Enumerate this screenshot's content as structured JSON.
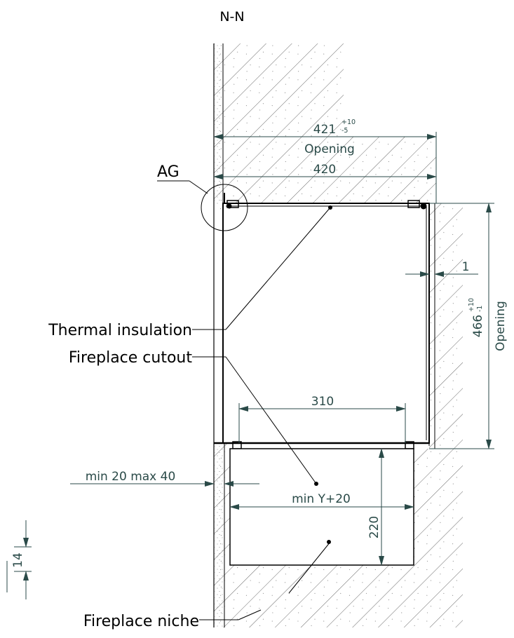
{
  "title": "N-N",
  "dimensions": {
    "top_opening_value": "421",
    "top_opening_tol_plus": "+10",
    "top_opening_tol_minus": "-5",
    "top_opening_label": "Opening",
    "inner_width": "420",
    "gap": "1",
    "right_opening_value": "466",
    "right_opening_tol_plus": "+10",
    "right_opening_tol_minus": "-1",
    "right_opening_label": "Opening",
    "bottom_width": "310",
    "wall_thickness": "min 20 max 40",
    "niche_width": "min Y+20",
    "niche_height": "220",
    "detail_small": "14"
  },
  "labels": {
    "detail": "AG",
    "thermal_insulation": "Thermal insulation",
    "fireplace_cutout": "Fireplace cutout",
    "fireplace_niche": "Fireplace niche"
  },
  "colors": {
    "dimension": "#2a4a48",
    "outline": "#000000",
    "hatch": "#444444"
  }
}
